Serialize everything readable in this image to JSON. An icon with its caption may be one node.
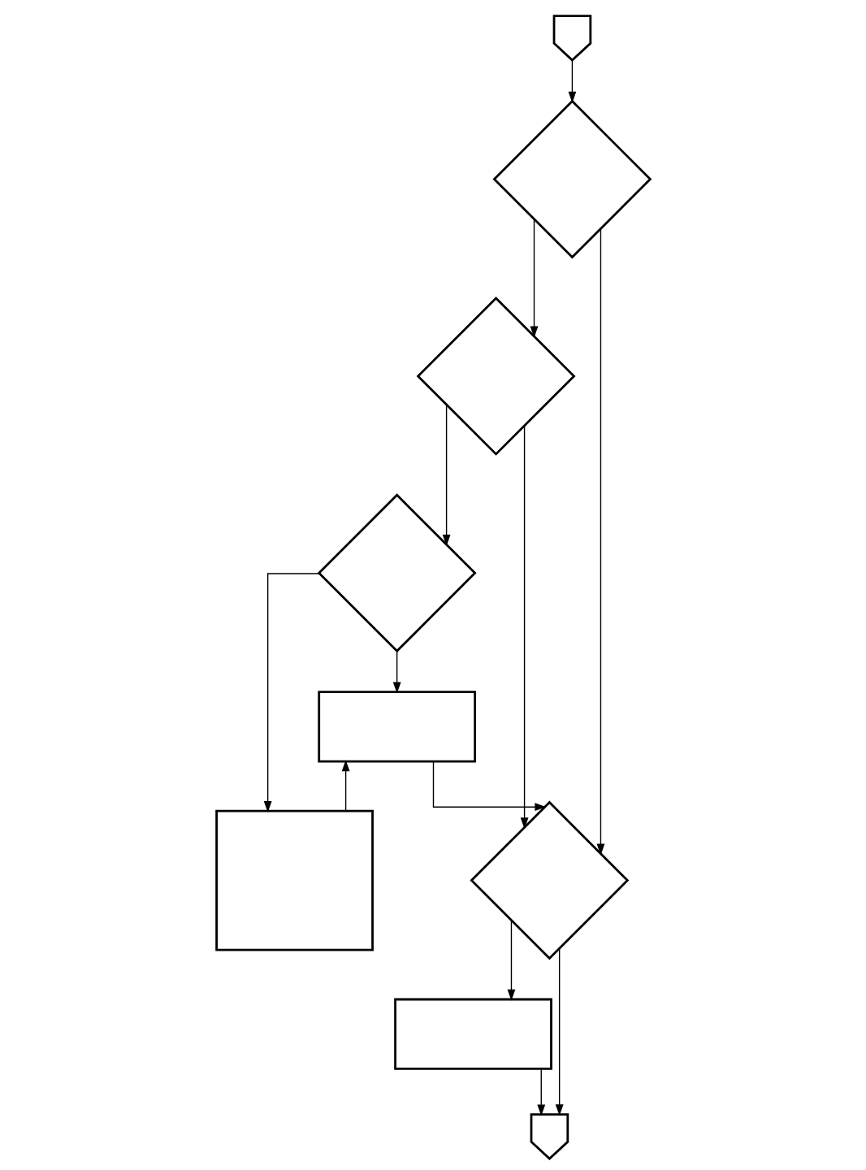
{
  "diagram": {
    "nodes": [
      {
        "text": [],
        "shape": "pentagon"
      },
      {
        "text": [],
        "shape": "diamond"
      },
      {
        "text": [],
        "shape": "diamond"
      },
      {
        "text": [],
        "shape": "diamond"
      },
      {
        "text": [],
        "shape": "box"
      },
      {
        "text": [],
        "shape": "box"
      },
      {
        "text": [],
        "shape": "diamond"
      },
      {
        "text": [],
        "shape": "box"
      },
      {
        "text": [],
        "shape": "pentagon"
      }
    ],
    "edges": [
      {
        "from": 0,
        "to": 1,
        "arrow": "to"
      },
      {
        "from": 1,
        "to": 2,
        "arrow": "to"
      },
      {
        "from": 1,
        "to": 6,
        "arrow": "to"
      },
      {
        "from": 2,
        "to": 6,
        "arrow": "to"
      },
      {
        "from": 2,
        "to": 3,
        "arrow": "to"
      },
      {
        "from": 3,
        "to": 4,
        "arrow": "to"
      },
      {
        "from": 3,
        "to": 5,
        "arrow": "to"
      },
      {
        "from": 5,
        "to": 4,
        "arrow": "to"
      },
      {
        "from": 4,
        "to": 6,
        "arrow": "to"
      },
      {
        "from": 6,
        "to": 7,
        "arrow": "to"
      },
      {
        "from": 6,
        "to": 8,
        "arrow": "to"
      },
      {
        "from": 7,
        "to": 8,
        "arrow": "to"
      }
    ]
  }
}
